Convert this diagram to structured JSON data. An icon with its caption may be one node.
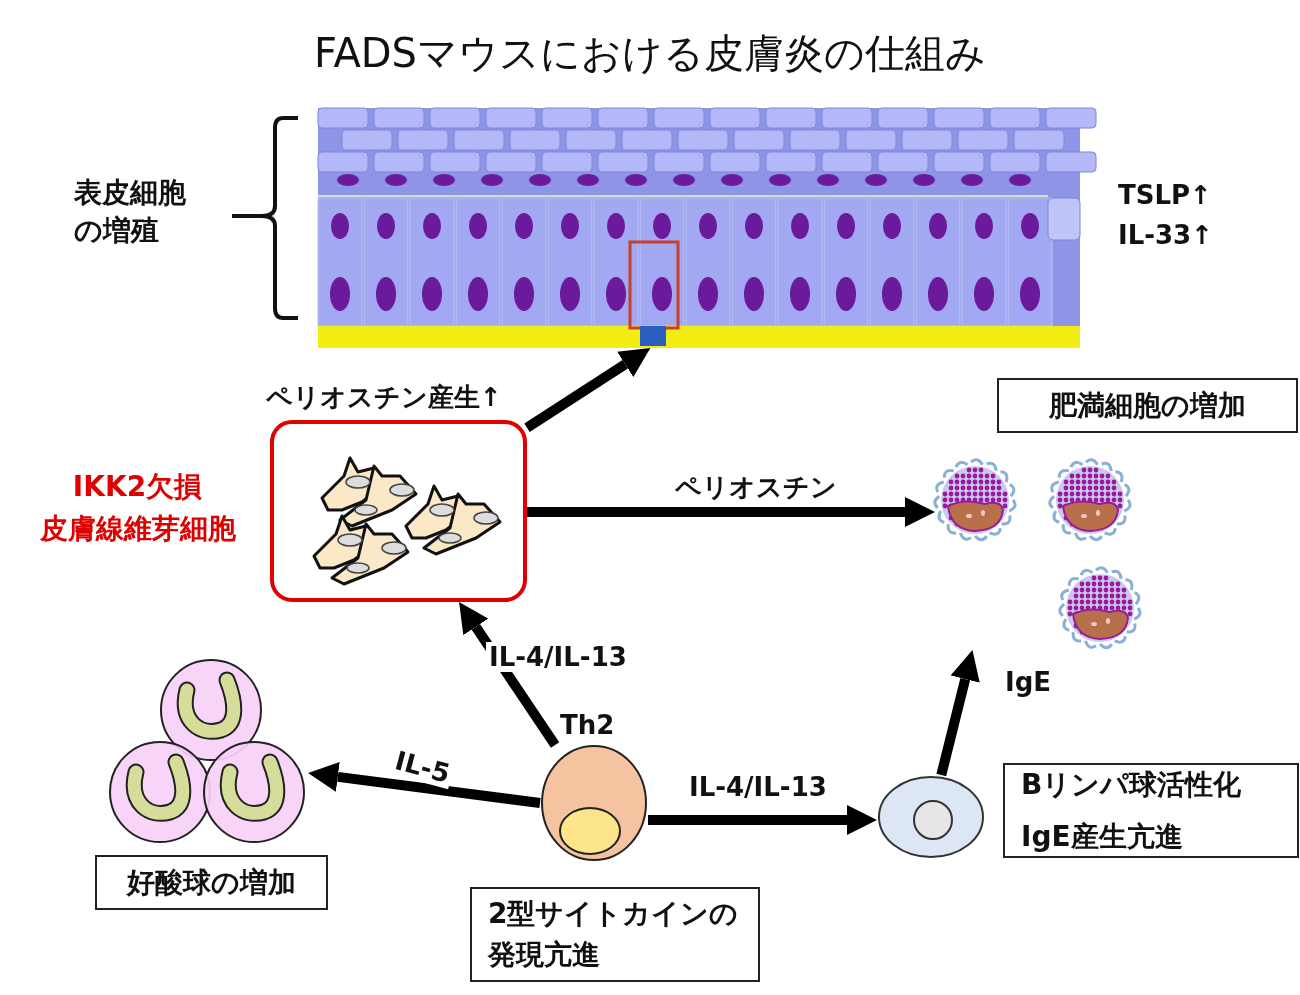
{
  "diagram": {
    "title": "FADSマウスにおける皮膚炎の仕組み",
    "nodes": [
      {
        "text": [],
        "shape": "picture",
        "beside": [
          "TSLP↑",
          "IL-33↑"
        ]
      },
      {
        "text": [],
        "shape": "box",
        "beside": [
          "ペリオスチン産生↑",
          "IKK2欠損",
          "皮膚線維芽細胞"
        ]
      },
      {
        "text": [],
        "shape": "picture"
      },
      {
        "text": [
          "肥満細胞の増加"
        ]
      },
      {
        "text": [],
        "shape": "picture",
        "beside": [
          "Th2"
        ]
      },
      {
        "text": [
          "2型サイトカインの発現亢進"
        ]
      },
      {
        "text": [],
        "shape": "picture"
      },
      {
        "text": [
          "好酸球の増加"
        ]
      },
      {
        "text": [],
        "shape": "picture"
      },
      {
        "text": [
          "Bリンパ球活性化",
          "IgE産生亢進"
        ]
      }
    ],
    "edges": [
      {
        "from": 1,
        "to": 0,
        "arrow": "to"
      },
      {
        "from": 1,
        "to": 2,
        "arrow": "to",
        "label": "ペリオスチン"
      },
      {
        "from": 4,
        "to": 1,
        "arrow": "to",
        "label": "IL-4/IL-13"
      },
      {
        "from": 4,
        "to": 6,
        "arrow": "to",
        "label": "IL-5"
      },
      {
        "from": 4,
        "to": 8,
        "arrow": "to",
        "label": "IL-4/IL-13"
      },
      {
        "from": 8,
        "to": 2,
        "arrow": "to",
        "label": "IgE"
      }
    ],
    "labels": [
      "表皮細胞の増殖"
    ]
  }
}
